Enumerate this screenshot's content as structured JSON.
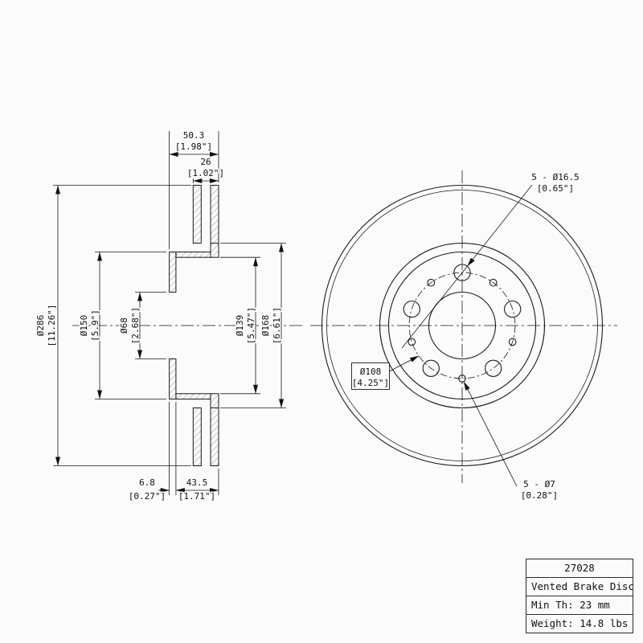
{
  "section": {
    "overall_width_mm": "50.3",
    "overall_width_in": "[1.98\"]",
    "ring_width_mm": "26",
    "ring_width_in": "[1.02\"]",
    "outer_dia_mm": "Ø286",
    "outer_dia_in": "[11.26\"]",
    "hat_dia_mm": "Ø150",
    "hat_dia_in": "[5.9\"]",
    "bore_dia_mm": "Ø68",
    "bore_dia_in": "[2.68\"]",
    "hat_inner_dia_mm": "Ø139",
    "hat_inner_dia_in": "[5.47\"]",
    "ring_inner_dia_mm": "Ø168",
    "ring_inner_dia_in": "[6.61\"]",
    "flange_th_mm": "6.8",
    "flange_th_in": "[0.27\"]",
    "hat_depth_mm": "43.5",
    "hat_depth_in": "[1.71\"]"
  },
  "front": {
    "lug_holes_mm": "5 - Ø16.5",
    "lug_holes_in": "[0.65\"]",
    "bolt_circle_mm": "Ø108",
    "bolt_circle_in": "[4.25\"]",
    "small_holes_mm": "5 - Ø7",
    "small_holes_in": "[0.28\"]"
  },
  "title_block": {
    "part_number": "27028",
    "product_type": "Vented Brake Disc",
    "min_thickness": "Min Th: 23 mm",
    "weight": "Weight: 14.8 lbs"
  },
  "colors": {
    "line": "#1a1a1a",
    "background": "#fbfbfb"
  }
}
